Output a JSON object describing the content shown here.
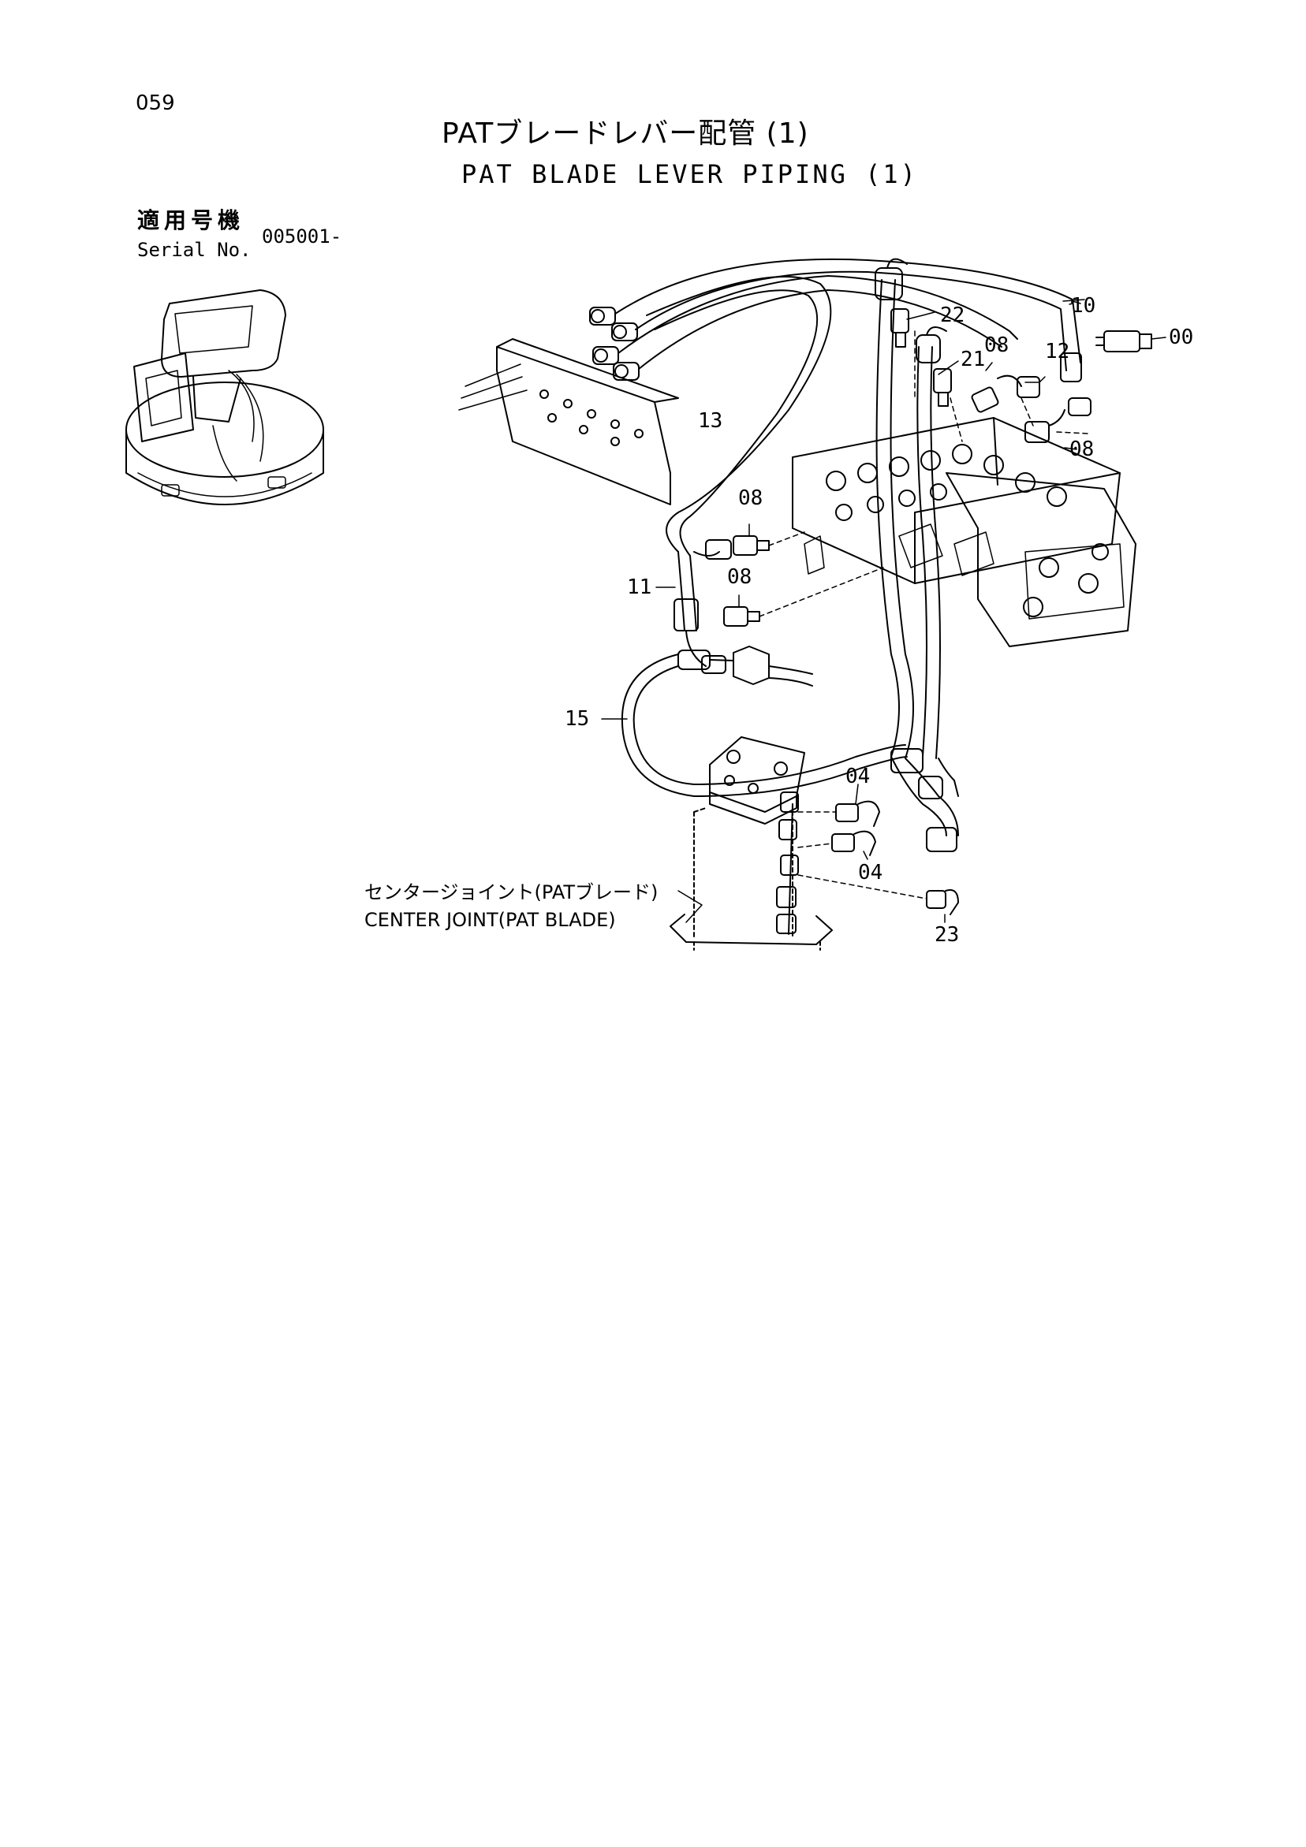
{
  "page": {
    "number": "059"
  },
  "title": {
    "ja": "PATブレードレバー配管 (1)",
    "en": "PAT BLADE LEVER PIPING (1)"
  },
  "serial": {
    "label_ja": "適用号機",
    "label_en": "Serial No.",
    "range": "005001-"
  },
  "center_joint": {
    "label_ja": "センタージョイント(PATブレード)",
    "label_en": "CENTER JOINT(PAT BLADE)"
  },
  "callouts": {
    "p00": "00",
    "p10": "10",
    "p12": "12",
    "p08a": "08",
    "p21": "21",
    "p22": "22",
    "p13": "13",
    "p08b": "08",
    "p08c": "08",
    "p08d": "08",
    "p11": "11",
    "p15": "15",
    "p04a": "04",
    "p04b": "04",
    "p23": "23"
  }
}
